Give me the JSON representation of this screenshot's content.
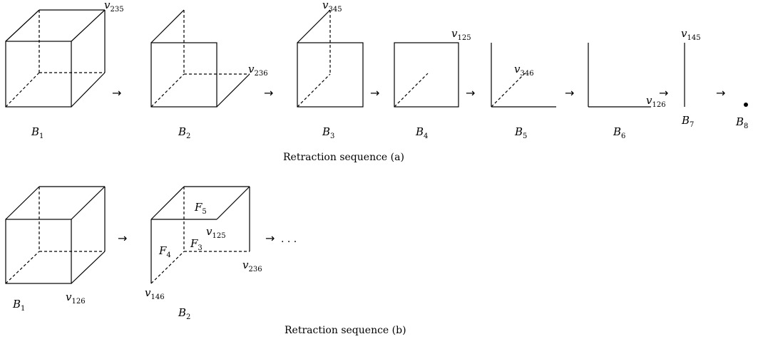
{
  "sequence_a": {
    "caption": "Retraction sequence (a)",
    "stages": [
      {
        "name": "B",
        "sub": "1"
      },
      {
        "name": "B",
        "sub": "2"
      },
      {
        "name": "B",
        "sub": "3"
      },
      {
        "name": "B",
        "sub": "4"
      },
      {
        "name": "B",
        "sub": "5"
      },
      {
        "name": "B",
        "sub": "6"
      },
      {
        "name": "B",
        "sub": "7"
      },
      {
        "name": "B",
        "sub": "8"
      }
    ],
    "vertex_labels": [
      {
        "name": "v",
        "sub": "235"
      },
      {
        "name": "v",
        "sub": "236"
      },
      {
        "name": "v",
        "sub": "345"
      },
      {
        "name": "v",
        "sub": "125"
      },
      {
        "name": "v",
        "sub": "346"
      },
      {
        "name": "v",
        "sub": "126"
      },
      {
        "name": "v",
        "sub": "145"
      }
    ]
  },
  "sequence_b": {
    "caption": "Retraction sequence (b)",
    "stages": [
      {
        "name": "B",
        "sub": "1"
      },
      {
        "name": "B",
        "sub": "2"
      }
    ],
    "vertex_labels": [
      {
        "name": "v",
        "sub": "126"
      },
      {
        "name": "v",
        "sub": "125"
      },
      {
        "name": "v",
        "sub": "236"
      },
      {
        "name": "v",
        "sub": "146"
      }
    ],
    "face_labels": [
      {
        "name": "F",
        "sub": "5"
      },
      {
        "name": "F",
        "sub": "4"
      },
      {
        "name": "F",
        "sub": "3"
      }
    ],
    "continuation": "· · ·"
  },
  "arrow_symbol": "→"
}
